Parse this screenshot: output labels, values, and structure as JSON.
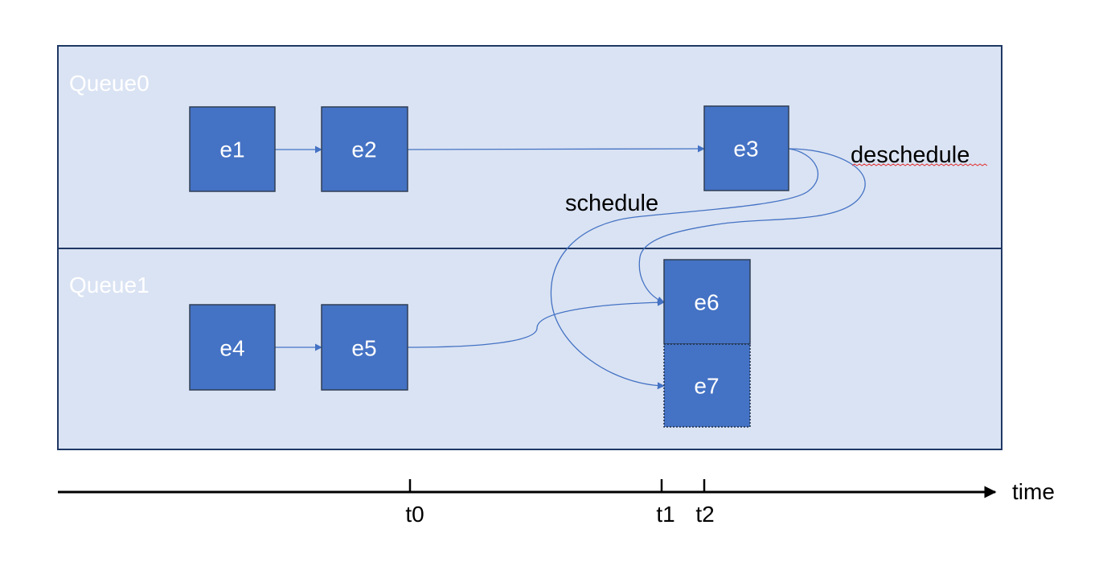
{
  "queues": [
    {
      "label": "Queue0"
    },
    {
      "label": "Queue1"
    }
  ],
  "nodes": {
    "e1": "e1",
    "e2": "e2",
    "e3": "e3",
    "e4": "e4",
    "e5": "e5",
    "e6": "e6",
    "e7": "e7"
  },
  "annotations": {
    "schedule": "schedule",
    "deschedule": "deschedule"
  },
  "timeline": {
    "axis_label": "time",
    "ticks": [
      "t0",
      "t1",
      "t2"
    ]
  },
  "colors": {
    "lane_fill": "#dae3f3",
    "node_fill": "#4472c4",
    "edge": "#4472c4"
  }
}
